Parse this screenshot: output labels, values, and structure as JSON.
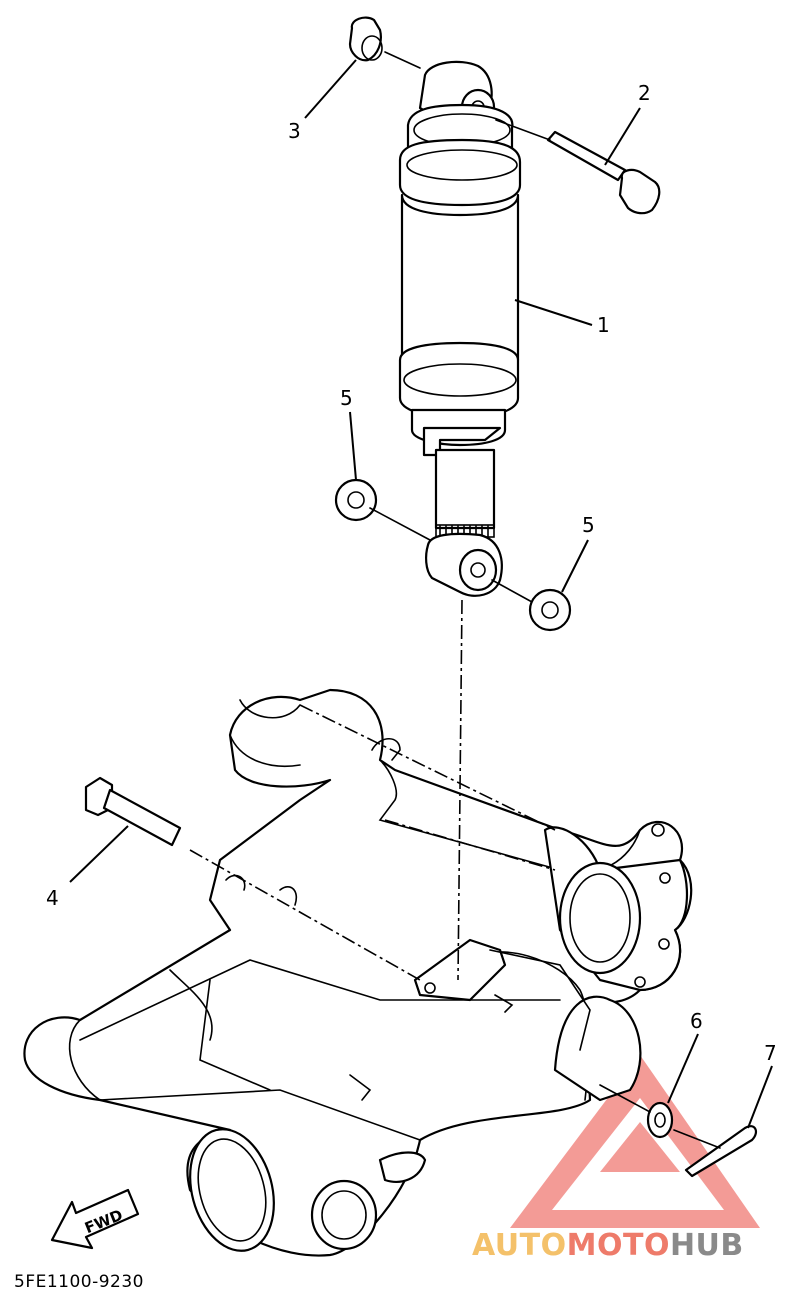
{
  "diagram": {
    "callouts": [
      {
        "id": "1",
        "label": "1"
      },
      {
        "id": "2",
        "label": "2"
      },
      {
        "id": "3",
        "label": "3"
      },
      {
        "id": "4",
        "label": "4"
      },
      {
        "id": "5a",
        "label": "5"
      },
      {
        "id": "5b",
        "label": "5"
      },
      {
        "id": "6",
        "label": "6"
      },
      {
        "id": "7",
        "label": "7"
      }
    ],
    "direction_label": "FWD",
    "drawing_code": "5FE1100-9230"
  },
  "watermark": {
    "part1": "AUTO",
    "part2": "MOTO",
    "part3": "HUB",
    "colors": {
      "auto": "#f4c16a",
      "moto": "#ee7b6a",
      "hub": "#8a8a8a",
      "logo": "#f07a74"
    }
  }
}
